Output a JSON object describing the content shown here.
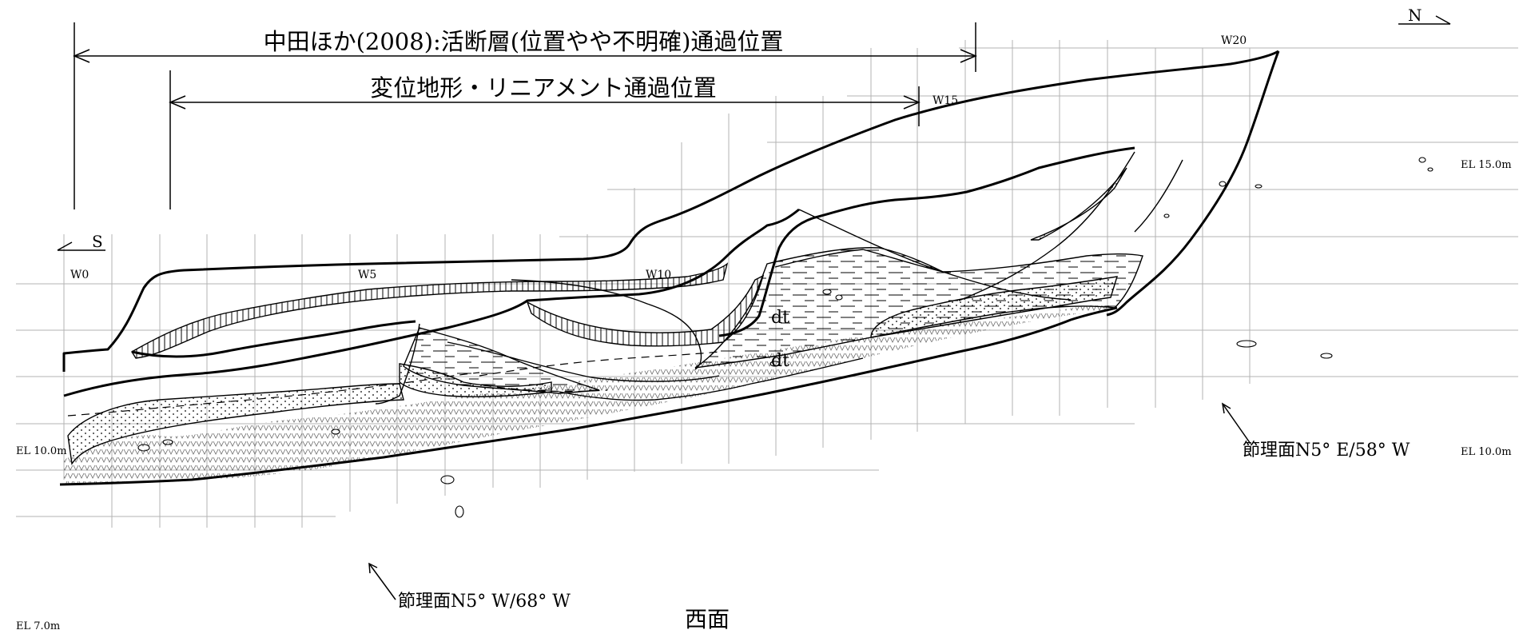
{
  "diagram": {
    "fault_bracket_label": "中田ほか(2008):活断層(位置やや不明確)通過位置",
    "lineament_bracket_label": "変位地形・リニアメント通過位置",
    "north_label": "N",
    "south_label": "S",
    "grid_labels": {
      "w0": "W0",
      "w5": "W5",
      "w10": "W10",
      "w15": "W15",
      "w20": "W20"
    },
    "elevation_labels": {
      "el_left_10": "EL 10.0m",
      "el_left_7": "EL 7.0m",
      "el_right_15": "EL 15.0m",
      "el_right_10": "EL 10.0m"
    },
    "unit_labels": {
      "dt_upper": "dt",
      "dt_lower": "dt"
    },
    "joint_labels": {
      "joint_left": "節理面N5°  W/68°  W",
      "joint_right": "節理面N5°  E/58°  W"
    },
    "face_label": "西面"
  },
  "colors": {
    "line": "#000000",
    "grid": "#b3b3b3",
    "background": "#ffffff"
  }
}
